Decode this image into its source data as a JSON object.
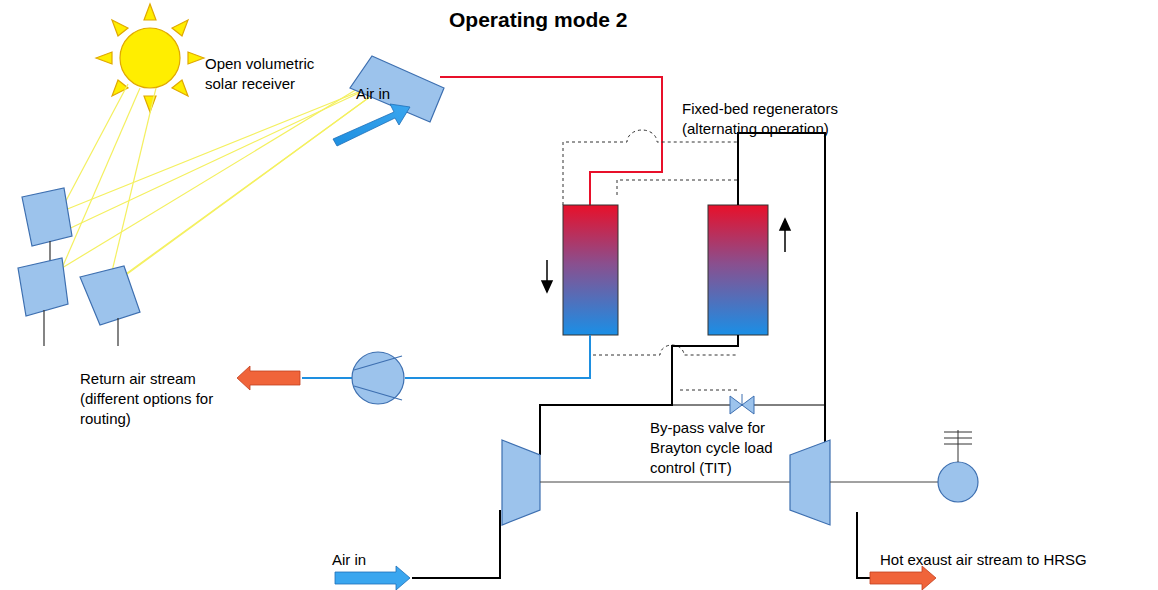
{
  "diagram": {
    "title": "Operating mode 2",
    "labels": [
      "Open volumetric solar receiver",
      "Air in",
      "Fixed-bed regenerators (alternating operation)",
      "Return air stream (different options for routing)",
      "By-pass valve for Brayton cycle load control (TIT)",
      "Air in",
      "Hot exaust air stream to HRSG"
    ]
  }
}
